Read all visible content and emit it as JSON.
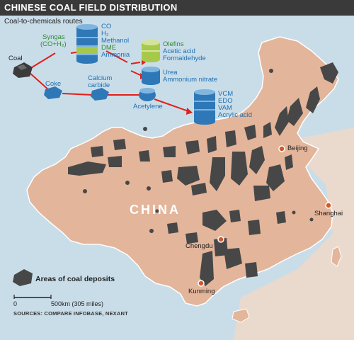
{
  "title": "CHINESE COAL FIELD DISTRIBUTION",
  "subtitle": "Coal-to-chemicals routes",
  "routes": {
    "coal": "Coal",
    "syngas": "Syngas",
    "syngas_formula": "(CO+H₂)",
    "coke": "Coke",
    "calcium_carbide": [
      "Calcium",
      "carbide"
    ],
    "acetylene": "Acetylene",
    "syngas_products": [
      "CO",
      "H₂",
      "Methanol",
      "DME",
      "Ammonia"
    ],
    "olefin_products": [
      "Olefins",
      "Acetic acid",
      "Formaldehyde"
    ],
    "urea_products": [
      "Urea",
      "Ammonium nitrate"
    ],
    "acetylene_products": [
      "VCM",
      "EDO",
      "VAM",
      "Acrylic acid"
    ]
  },
  "country_label": "CHINA",
  "cities": [
    "Beijing",
    "Shanghai",
    "Chengdu",
    "Kunming"
  ],
  "legend": {
    "label": "Areas of coal deposits",
    "color": "#474747"
  },
  "scale": {
    "start": "0",
    "end": "500km (305 miles)"
  },
  "sources": "SOURCES: COMPARE INFOBASE, NEXANT",
  "colors": {
    "land": "#e3b59a",
    "sea": "#c9dde9",
    "deposit": "#474747",
    "route_red": "#e0201b",
    "city_dot": "#d2592b"
  }
}
